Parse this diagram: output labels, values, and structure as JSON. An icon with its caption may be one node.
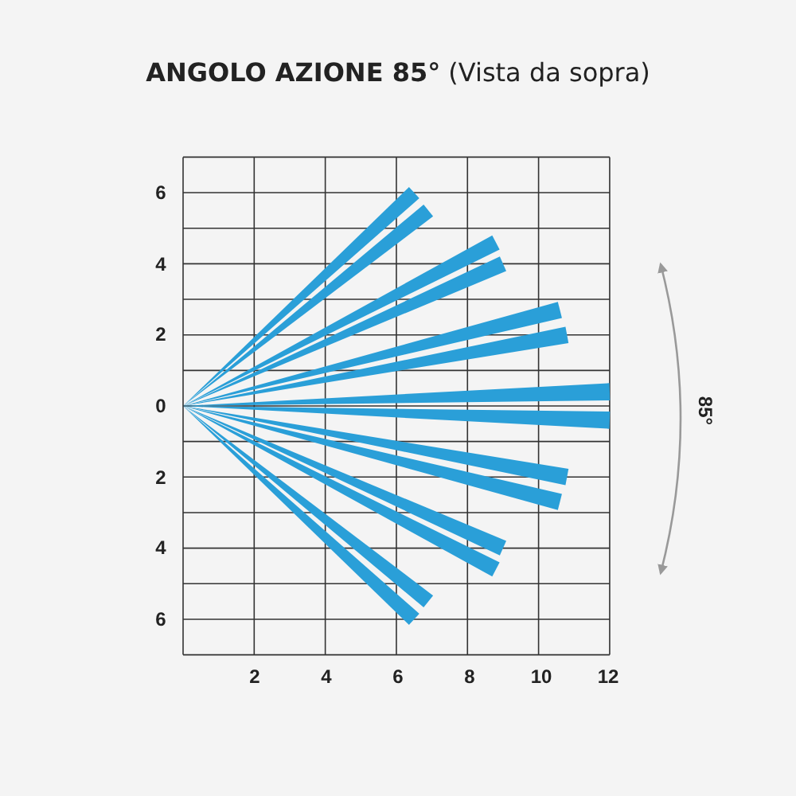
{
  "diagram": {
    "title": "**ANGOLO AZIONE 85°** (Vista da sopra)",
    "labels": [
      "6",
      "4",
      "2",
      "0",
      "2",
      "4",
      "6",
      "85°",
      "2",
      "4",
      "6",
      "8",
      "10",
      "12"
    ]
  }
}
